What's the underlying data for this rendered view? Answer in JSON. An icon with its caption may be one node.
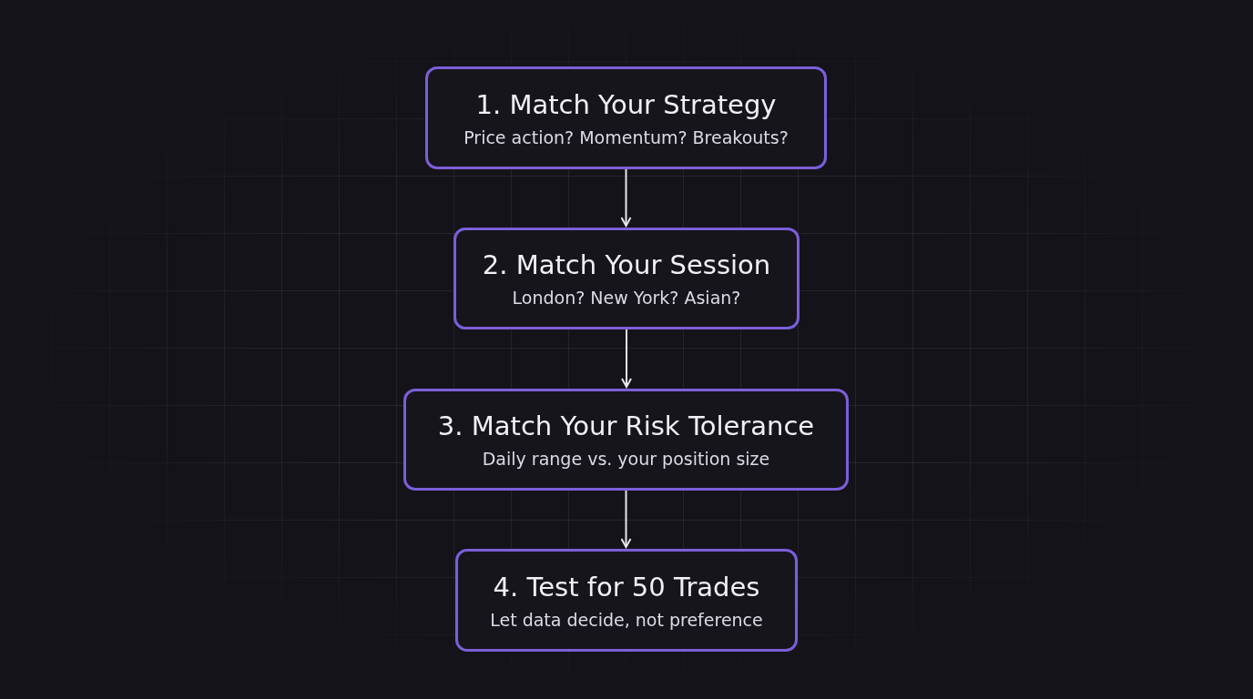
{
  "diagram": {
    "nodes": [
      {
        "text": [
          "1. Match Your Strategy",
          "Price action? Momentum? Breakouts?"
        ]
      },
      {
        "text": [
          "2. Match Your Session",
          "London? New York? Asian?"
        ]
      },
      {
        "text": [
          "3. Match Your Risk Tolerance",
          "Daily range vs. your position size"
        ]
      },
      {
        "text": [
          "4. Test for 50 Trades",
          "Let data decide, not preference"
        ]
      }
    ],
    "edges": [
      {
        "from": 0,
        "to": 1,
        "arrow": "to"
      },
      {
        "from": 1,
        "to": 2,
        "arrow": "to"
      },
      {
        "from": 2,
        "to": 3,
        "arrow": "to"
      }
    ]
  }
}
